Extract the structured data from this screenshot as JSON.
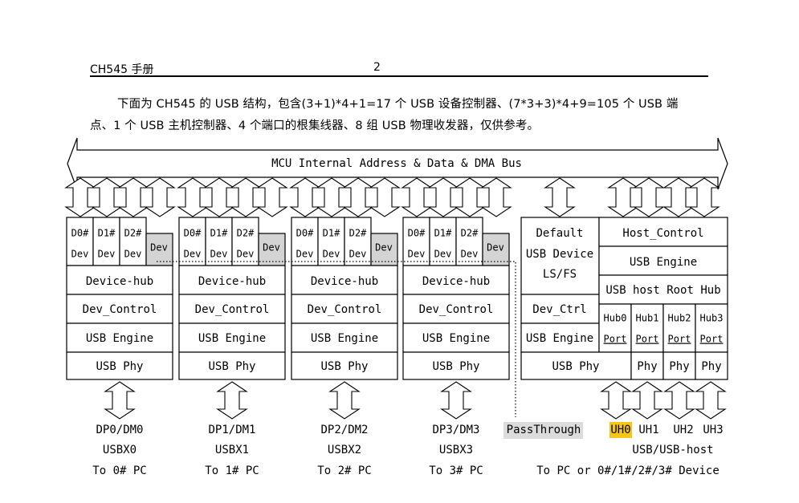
{
  "header": {
    "title": "CH545 手册",
    "page": "2"
  },
  "intro": {
    "line1": "下面为 CH545 的 USB 结构，包含(3+1)*4+1=17 个 USB 设备控制器、(7*3+3)*4+9=105 个 USB 端",
    "line2": "点、1 个 USB 主机控制器、4 个端口的根集线器、8 组 USB 物理收发器，仅供参考。"
  },
  "diagram": {
    "bus_label": "MCU Internal Address & Data & DMA Bus",
    "device_groups": [
      {
        "d0": "D0#",
        "d1": "D1#",
        "d2": "D2#",
        "dev": "Dev",
        "hub": "Device-hub",
        "ctrl": "Dev_Control",
        "engine": "USB Engine",
        "phy": "USB Phy",
        "pins": "DP0/DM0",
        "port": "USBX0",
        "target": "To 0# PC"
      },
      {
        "d0": "D0#",
        "d1": "D1#",
        "d2": "D2#",
        "dev": "Dev",
        "hub": "Device-hub",
        "ctrl": "Dev_Control",
        "engine": "USB Engine",
        "phy": "USB Phy",
        "pins": "DP1/DM1",
        "port": "USBX1",
        "target": "To 1# PC"
      },
      {
        "d0": "D0#",
        "d1": "D1#",
        "d2": "D2#",
        "dev": "Dev",
        "hub": "Device-hub",
        "ctrl": "Dev_Control",
        "engine": "USB Engine",
        "phy": "USB Phy",
        "pins": "DP2/DM2",
        "port": "USBX2",
        "target": "To 2# PC"
      },
      {
        "d0": "D0#",
        "d1": "D1#",
        "d2": "D2#",
        "dev": "Dev",
        "hub": "Device-hub",
        "ctrl": "Dev_Control",
        "engine": "USB Engine",
        "phy": "USB Phy",
        "pins": "DP3/DM3",
        "port": "USBX3",
        "target": "To 3# PC"
      }
    ],
    "default_device": {
      "line1": "Default",
      "line2": "USB Device",
      "line3": "LS/FS"
    },
    "dev_ctrl": "Dev_Ctrl",
    "default_engine": "USB Engine",
    "host_control": "Host_Control",
    "host_engine": "USB Engine",
    "root_hub": "USB host Root Hub",
    "hub_ports": [
      {
        "name": "Hub0",
        "port": "Port"
      },
      {
        "name": "Hub1",
        "port": "Port"
      },
      {
        "name": "Hub2",
        "port": "Port"
      },
      {
        "name": "Hub3",
        "port": "Port"
      }
    ],
    "host_phy_main": "USB Phy",
    "host_phys": [
      "Phy",
      "Phy",
      "Phy"
    ],
    "passthrough": "PassThrough",
    "uh_ports": [
      "UH0",
      "UH1",
      "UH2",
      "UH3"
    ],
    "host_port_label": "USB/USB-host",
    "host_target": "To PC or 0#/1#/2#/3# Device",
    "colors": {
      "dev_shade": "#d4d4d4",
      "passthrough_bg": "#dcdcdc",
      "uh0_bg": "#f5c518"
    }
  }
}
